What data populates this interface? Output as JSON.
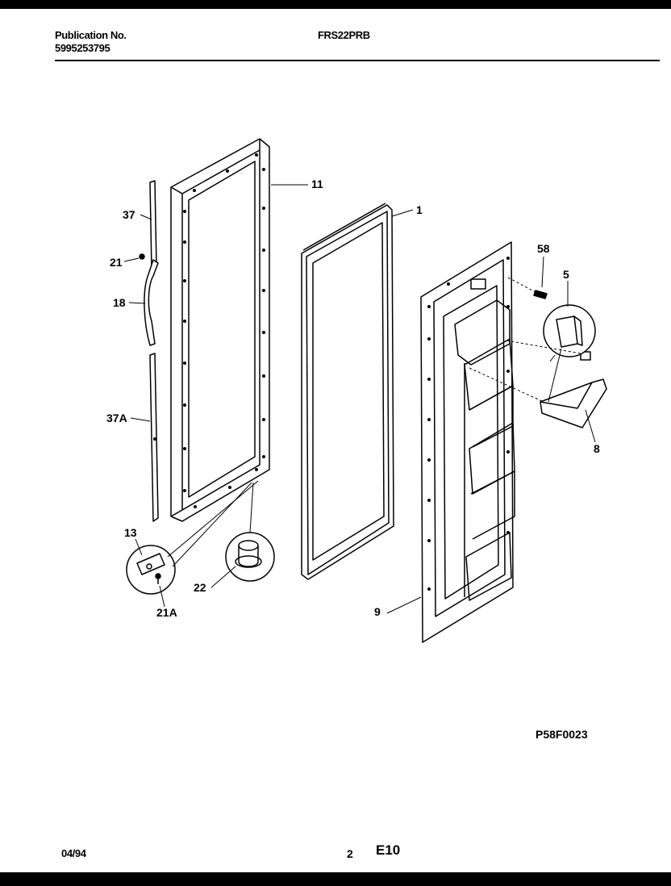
{
  "header": {
    "publication_label": "Publication No.",
    "publication_number": "5995253795",
    "model": "FRS22PRB"
  },
  "diagram": {
    "callouts": [
      "11",
      "37",
      "21",
      "18",
      "37A",
      "1",
      "58",
      "5",
      "8",
      "9",
      "13",
      "22",
      "21A"
    ],
    "figure_code": "P58F0023"
  },
  "footer": {
    "date": "04/94",
    "page": "2",
    "section": "E10"
  }
}
